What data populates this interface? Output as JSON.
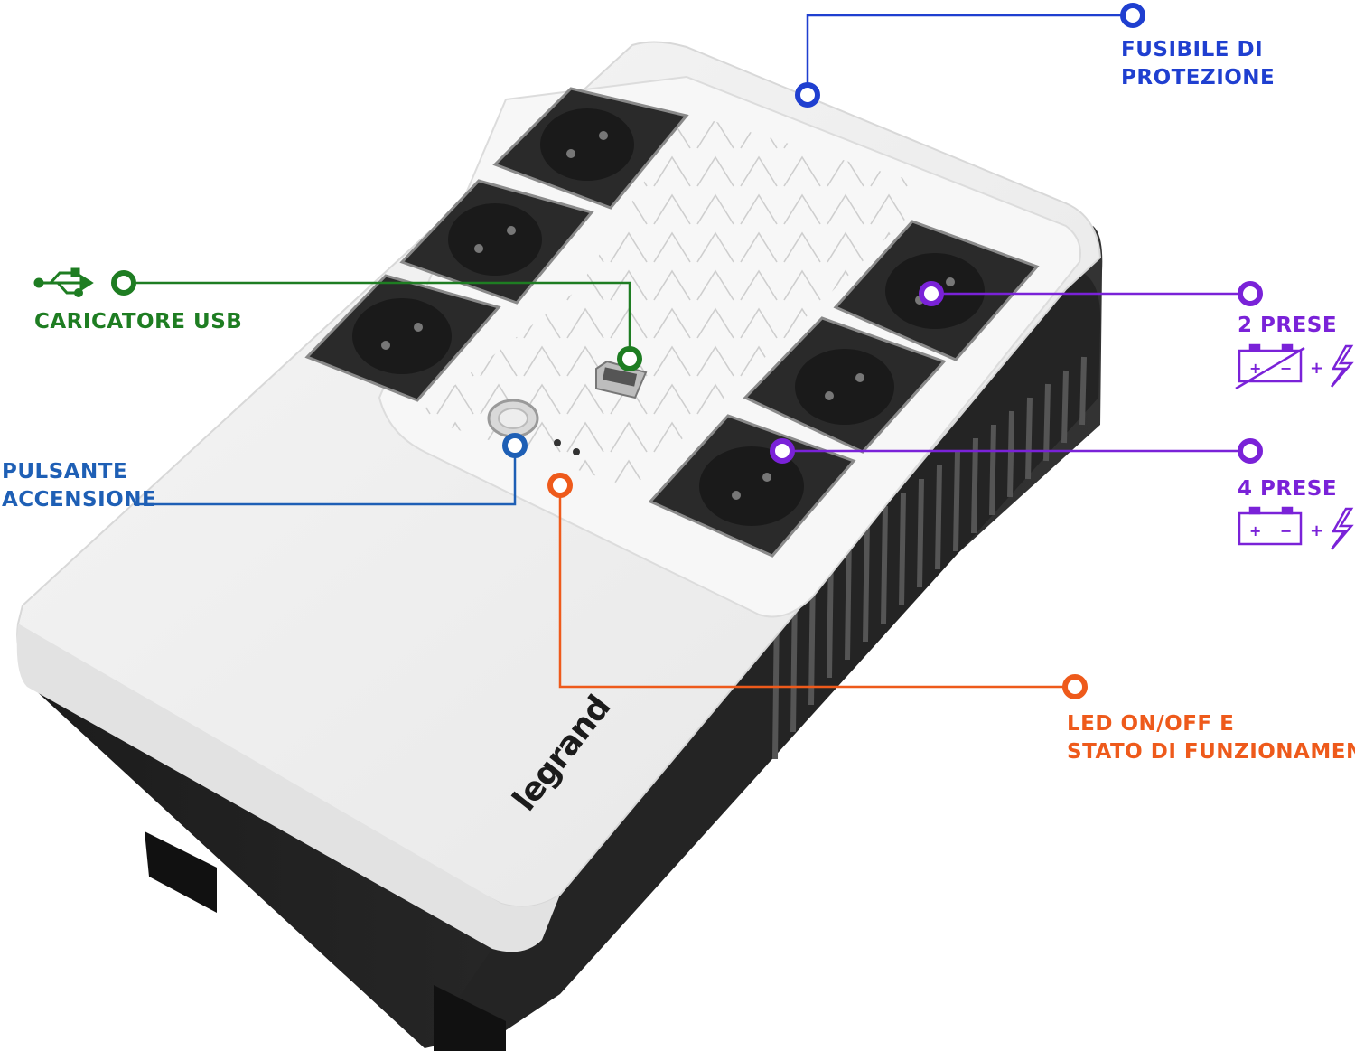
{
  "colors": {
    "fuse": "#1f3fd0",
    "usb": "#1e7d22",
    "power": "#1e5fb5",
    "outlets": "#7a22d8",
    "led": "#ee5a1b",
    "housing_white": "#f0f0f0",
    "housing_dark": "#262626"
  },
  "callouts": {
    "fuse": {
      "line1": "FUSIBILE DI",
      "line2": "PROTEZIONE",
      "icon": "dot-ring-icon"
    },
    "usb": {
      "line1": "CARICATORE USB",
      "icon": "usb-icon"
    },
    "power_button": {
      "line1": "PULSANTE",
      "line2": "ACCENSIONE"
    },
    "two_outlets": {
      "line1": "2 PRESE",
      "icon": "battery-crossed-plus-lightning-icon"
    },
    "four_outlets": {
      "line1": "4 PRESE",
      "icon": "battery-plus-lightning-icon"
    },
    "led": {
      "line1": "LED ON/OFF E",
      "line2": "STATO DI FUNZIONAMENTO"
    }
  },
  "battery_icon": {
    "plus": "+",
    "minus": "−",
    "plus_join": "+"
  },
  "brand": {
    "name": "legrand"
  }
}
